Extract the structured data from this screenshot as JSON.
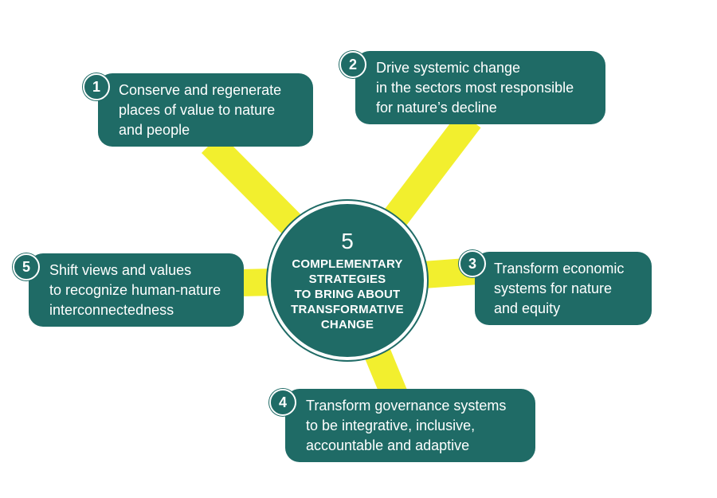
{
  "colors": {
    "box": "#1f6b66",
    "connector": "#f2ef2e",
    "text": "#ffffff"
  },
  "center": {
    "number": "5",
    "text": "COMPLEMENTARY\nSTRATEGIES\nTO BRING ABOUT\nTRANSFORMATIVE\nCHANGE"
  },
  "strategies": [
    {
      "number": "1",
      "text": "Conserve and regenerate\nplaces of value to nature\nand people"
    },
    {
      "number": "2",
      "text": "Drive systemic change\nin the sectors most responsible\nfor nature’s decline"
    },
    {
      "number": "3",
      "text": "Transform economic\nsystems for nature\nand equity"
    },
    {
      "number": "4",
      "text": "Transform governance systems\nto be integrative, inclusive,\naccountable and adaptive"
    },
    {
      "number": "5",
      "text": "Shift views and values\nto recognize human-nature\ninterconnectedness"
    }
  ]
}
